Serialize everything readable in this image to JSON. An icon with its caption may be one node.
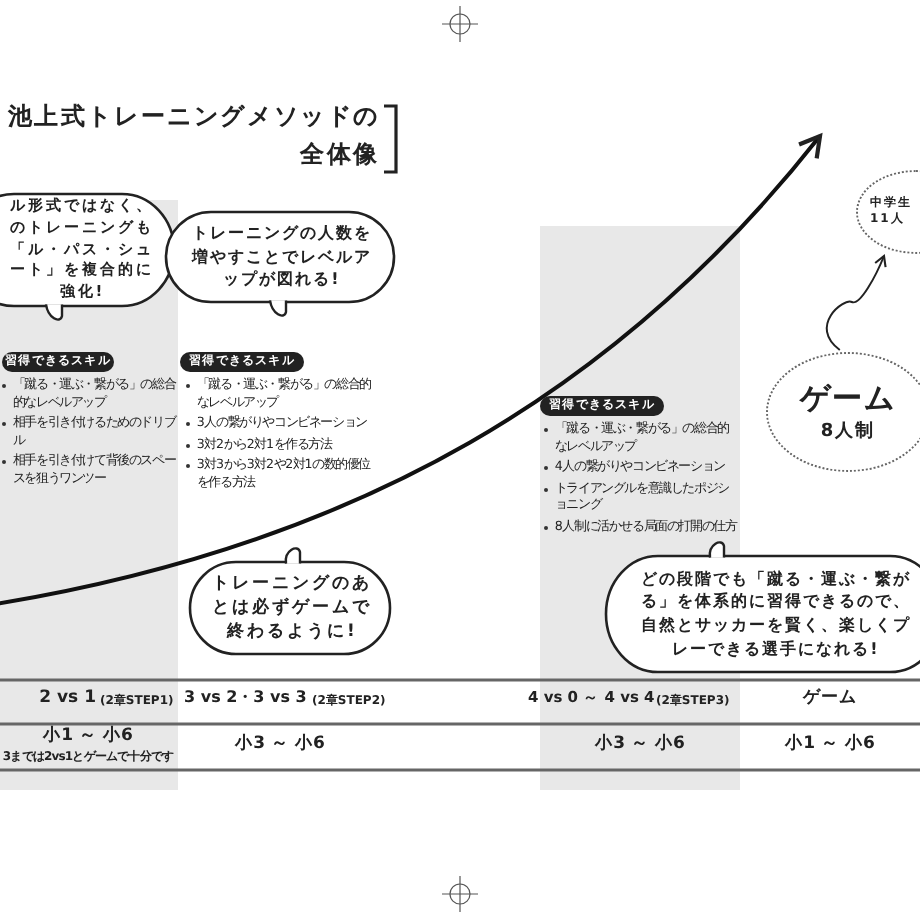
{
  "diagram": {
    "title": "池上式トレーニングメソッドの全体像",
    "nodes": [
      {
        "text": [
          "ル形式ではなく、のトレーニングも「ル・パス・シュート」を複合的に強化!"
        ]
      },
      {
        "text": [
          "トレーニングの人数を増やすことでレベルアップが図れる!"
        ]
      },
      {
        "text": [
          "中学生",
          "11人"
        ]
      },
      {
        "text": [
          "ゲーム",
          "8人制"
        ]
      },
      {
        "text": [
          "トレーニングのあとは必ずゲームで終わるように!"
        ]
      },
      {
        "text": [
          "どの段階でも「蹴る・運ぶ・繋がる」を体系的に習得できるので、自然とサッカーを賢く、楽しくプレーできる選手になれる!"
        ]
      }
    ],
    "edges": [
      {
        "from": 3,
        "to": 2,
        "arrow": "to"
      }
    ],
    "labels": [
      "習得できるスキル",
      "習得できるスキル",
      "「蹴る・運ぶ・繋がる」の総合的なレベルアップ",
      "相手を引き付けるためのドリブル",
      "相手を引き付けて背後のスペースを狙うワンツー",
      "「蹴る・運ぶ・繋がる」の総合的なレベルアップ",
      "3人の繋がりやコンビネーション",
      "3対2から2対1を作る方法",
      "3対3から3対2や2対1の数的優位を作る方法",
      "習得できるスキル",
      "「蹴る・運ぶ・繋がる」の総合的なレベルアップ",
      "4人の繋がりやコンビネーション",
      "トライアングルを意識したポジショニング",
      "8人制に活かせる局面の打開の仕方",
      "2 vs 1",
      "(2章STEP1)",
      "3 vs 2・3 vs 3",
      "(2章STEP2)",
      "4 vs 0 ～ 4 vs 4",
      "(2章STEP3)",
      "ゲーム",
      "小1 ～ 小6",
      "3までは2vs1とゲームで十分です",
      "小3 ～ 小6",
      "小3 ～ 小6",
      "小1 ～ 小6"
    ]
  }
}
